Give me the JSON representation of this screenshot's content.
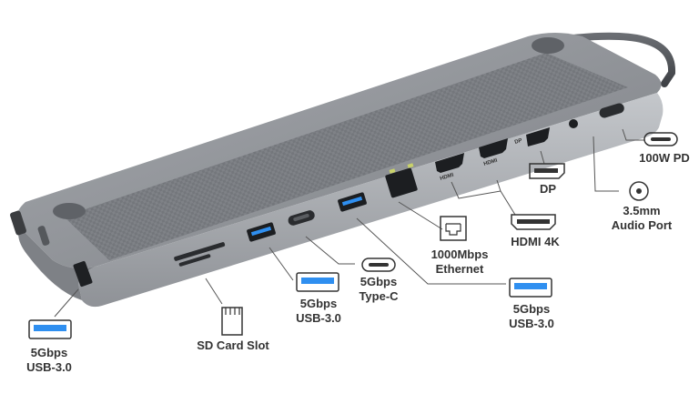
{
  "colors": {
    "body": "#8e9196",
    "body_dark": "#6d7075",
    "body_light": "#b9bcc0",
    "texture": "#7c7f84",
    "usb_blue": "#2f8ff0",
    "leader": "#555555",
    "label_text": "#333333"
  },
  "device": {
    "port_marks": {
      "hdmi_1": "HDMI",
      "hdmi_2": "HDMI",
      "dp": "DP"
    }
  },
  "callouts": {
    "pd": {
      "icon": "usb-c-icon",
      "line1": "100W PD"
    },
    "dp": {
      "icon": "displayport-icon",
      "line1": "DP"
    },
    "audio": {
      "icon": "audio-jack-icon",
      "line1": "3.5mm",
      "line2": "Audio Port"
    },
    "hdmi": {
      "icon": "hdmi-icon",
      "line1": "HDMI 4K"
    },
    "ethernet": {
      "icon": "ethernet-icon",
      "line1": "1000Mbps",
      "line2": "Ethernet"
    },
    "usb_right": {
      "icon": "usb-a-icon",
      "line1": "5Gbps",
      "line2": "USB-3.0"
    },
    "usb_c": {
      "icon": "usb-c-icon",
      "line1": "5Gbps",
      "line2": "Type-C"
    },
    "usb_mid": {
      "icon": "usb-a-icon",
      "line1": "5Gbps",
      "line2": "USB-3.0"
    },
    "sd": {
      "icon": "sd-card-icon",
      "line1": "SD Card Slot"
    },
    "usb_left": {
      "icon": "usb-a-icon",
      "line1": "5Gbps",
      "line2": "USB-3.0"
    }
  }
}
